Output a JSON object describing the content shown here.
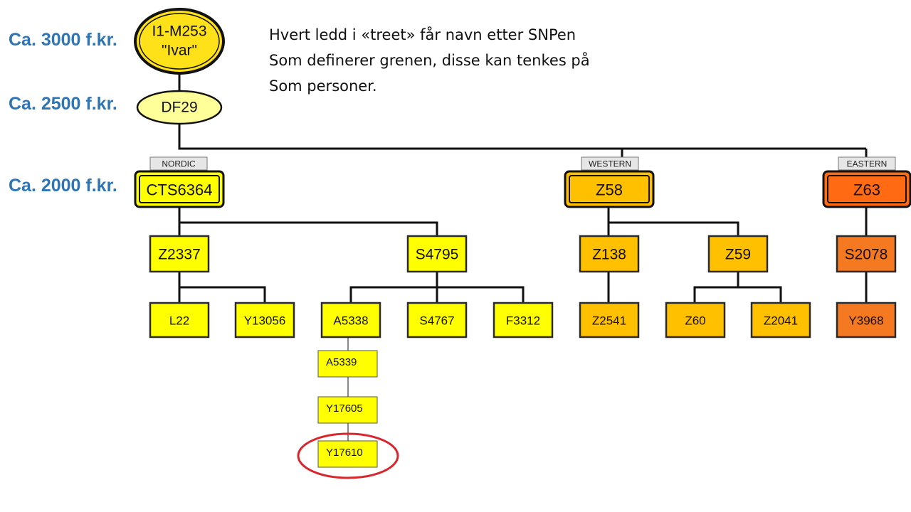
{
  "eras": [
    {
      "id": "era-3000",
      "label": "Ca. 3000 f.kr."
    },
    {
      "id": "era-2500",
      "label": "Ca. 2500 f.kr."
    },
    {
      "id": "era-2000",
      "label": "Ca. 2000 f.kr."
    }
  ],
  "note": {
    "lines": [
      "Hvert ledd i «treet» får navn etter SNPen",
      "Som definerer grenen, disse kan tenkes på",
      "Som personer."
    ]
  },
  "colors": {
    "era_text": "#2e75b6",
    "nordic_fill": "#ffff00",
    "western_fill": "#ffc000",
    "eastern_fill": "#f47920",
    "eastern_strong": "#ff6a13",
    "root_fill": "#ffe11a",
    "df29_fill": "#ffff99",
    "highlight": "#d9262c",
    "tag_fill": "#e6e6e6"
  },
  "tree": {
    "root": {
      "name": "node-i1-m253",
      "lines": [
        "I1-M253",
        "\"Ivar\""
      ]
    },
    "df29": {
      "name": "node-df29",
      "label": "DF29"
    },
    "branch_tags": [
      {
        "name": "tag-nordic",
        "label": "NORDIC"
      },
      {
        "name": "tag-western",
        "label": "WESTERN"
      },
      {
        "name": "tag-eastern",
        "label": "EASTERN"
      }
    ],
    "nodes": [
      {
        "name": "node-cts6364",
        "label": "CTS6364",
        "branch": "nordic"
      },
      {
        "name": "node-z58",
        "label": "Z58",
        "branch": "western"
      },
      {
        "name": "node-z63",
        "label": "Z63",
        "branch": "eastern"
      },
      {
        "name": "node-z2337",
        "label": "Z2337",
        "branch": "nordic"
      },
      {
        "name": "node-s4795",
        "label": "S4795",
        "branch": "nordic"
      },
      {
        "name": "node-z138",
        "label": "Z138",
        "branch": "western"
      },
      {
        "name": "node-z59",
        "label": "Z59",
        "branch": "western"
      },
      {
        "name": "node-s2078",
        "label": "S2078",
        "branch": "eastern"
      },
      {
        "name": "node-l22",
        "label": "L22",
        "branch": "nordic"
      },
      {
        "name": "node-y13056",
        "label": "Y13056",
        "branch": "nordic"
      },
      {
        "name": "node-a5338",
        "label": "A5338",
        "branch": "nordic"
      },
      {
        "name": "node-s4767",
        "label": "S4767",
        "branch": "nordic"
      },
      {
        "name": "node-f3312",
        "label": "F3312",
        "branch": "nordic"
      },
      {
        "name": "node-z2541",
        "label": "Z2541",
        "branch": "western"
      },
      {
        "name": "node-z60",
        "label": "Z60",
        "branch": "western"
      },
      {
        "name": "node-z2041",
        "label": "Z2041",
        "branch": "western"
      },
      {
        "name": "node-y3968",
        "label": "Y3968",
        "branch": "eastern"
      },
      {
        "name": "node-a5339",
        "label": "A5339",
        "branch": "nordic"
      },
      {
        "name": "node-y17605",
        "label": "Y17605",
        "branch": "nordic"
      },
      {
        "name": "node-y17610",
        "label": "Y17610",
        "branch": "nordic",
        "highlighted": true
      }
    ],
    "edges": [
      [
        "node-i1-m253",
        "node-df29"
      ],
      [
        "node-df29",
        "node-cts6364"
      ],
      [
        "node-df29",
        "node-z58"
      ],
      [
        "node-df29",
        "node-z63"
      ],
      [
        "node-cts6364",
        "node-z2337"
      ],
      [
        "node-cts6364",
        "node-s4795"
      ],
      [
        "node-z58",
        "node-z138"
      ],
      [
        "node-z58",
        "node-z59"
      ],
      [
        "node-z63",
        "node-s2078"
      ],
      [
        "node-z2337",
        "node-l22"
      ],
      [
        "node-z2337",
        "node-y13056"
      ],
      [
        "node-s4795",
        "node-a5338"
      ],
      [
        "node-s4795",
        "node-s4767"
      ],
      [
        "node-s4795",
        "node-f3312"
      ],
      [
        "node-z138",
        "node-z2541"
      ],
      [
        "node-z59",
        "node-z60"
      ],
      [
        "node-z59",
        "node-z2041"
      ],
      [
        "node-s2078",
        "node-y3968"
      ],
      [
        "node-a5338",
        "node-a5339"
      ],
      [
        "node-a5339",
        "node-y17605"
      ],
      [
        "node-y17605",
        "node-y17610"
      ]
    ]
  }
}
